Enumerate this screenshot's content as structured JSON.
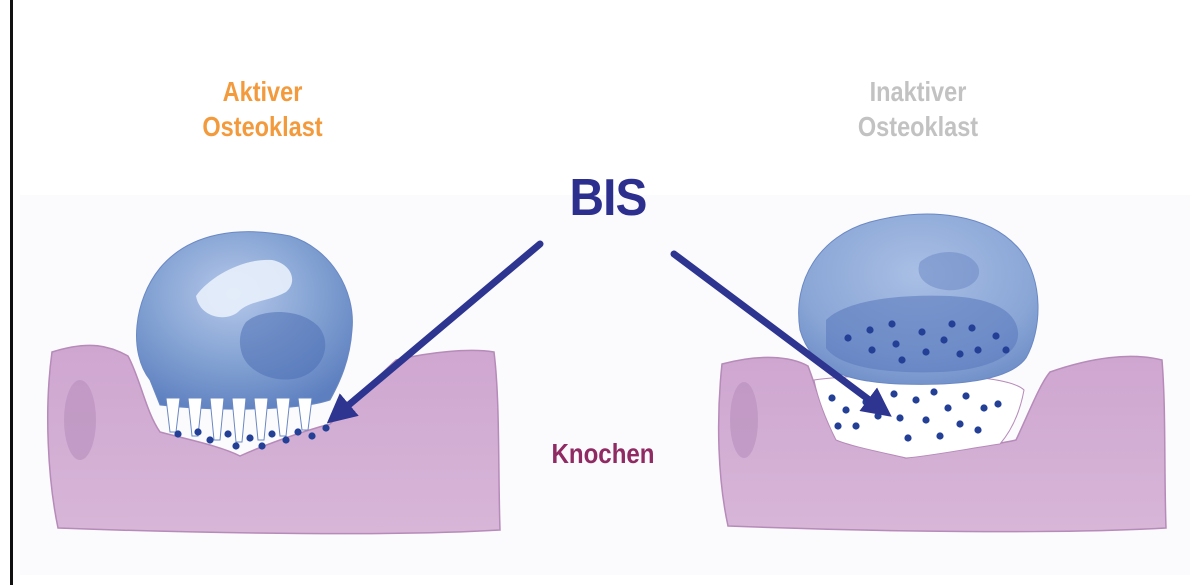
{
  "labels": {
    "active_line1": "Aktiver",
    "active_line2": "Osteoklast",
    "inactive_line1": "Inaktiver",
    "inactive_line2": "Osteoklast",
    "drug": "BIS",
    "bone": "Knochen"
  },
  "colors": {
    "active_label": "#f39a3c",
    "inactive_label": "#c2c2c2",
    "drug_label": "#2d2f8f",
    "bone_label": "#8f2a63",
    "arrow": "#2d3590",
    "bone_fill": "#c9a0cb",
    "cell_fill": "#7f9fd1",
    "vesicle": "#233f96"
  }
}
